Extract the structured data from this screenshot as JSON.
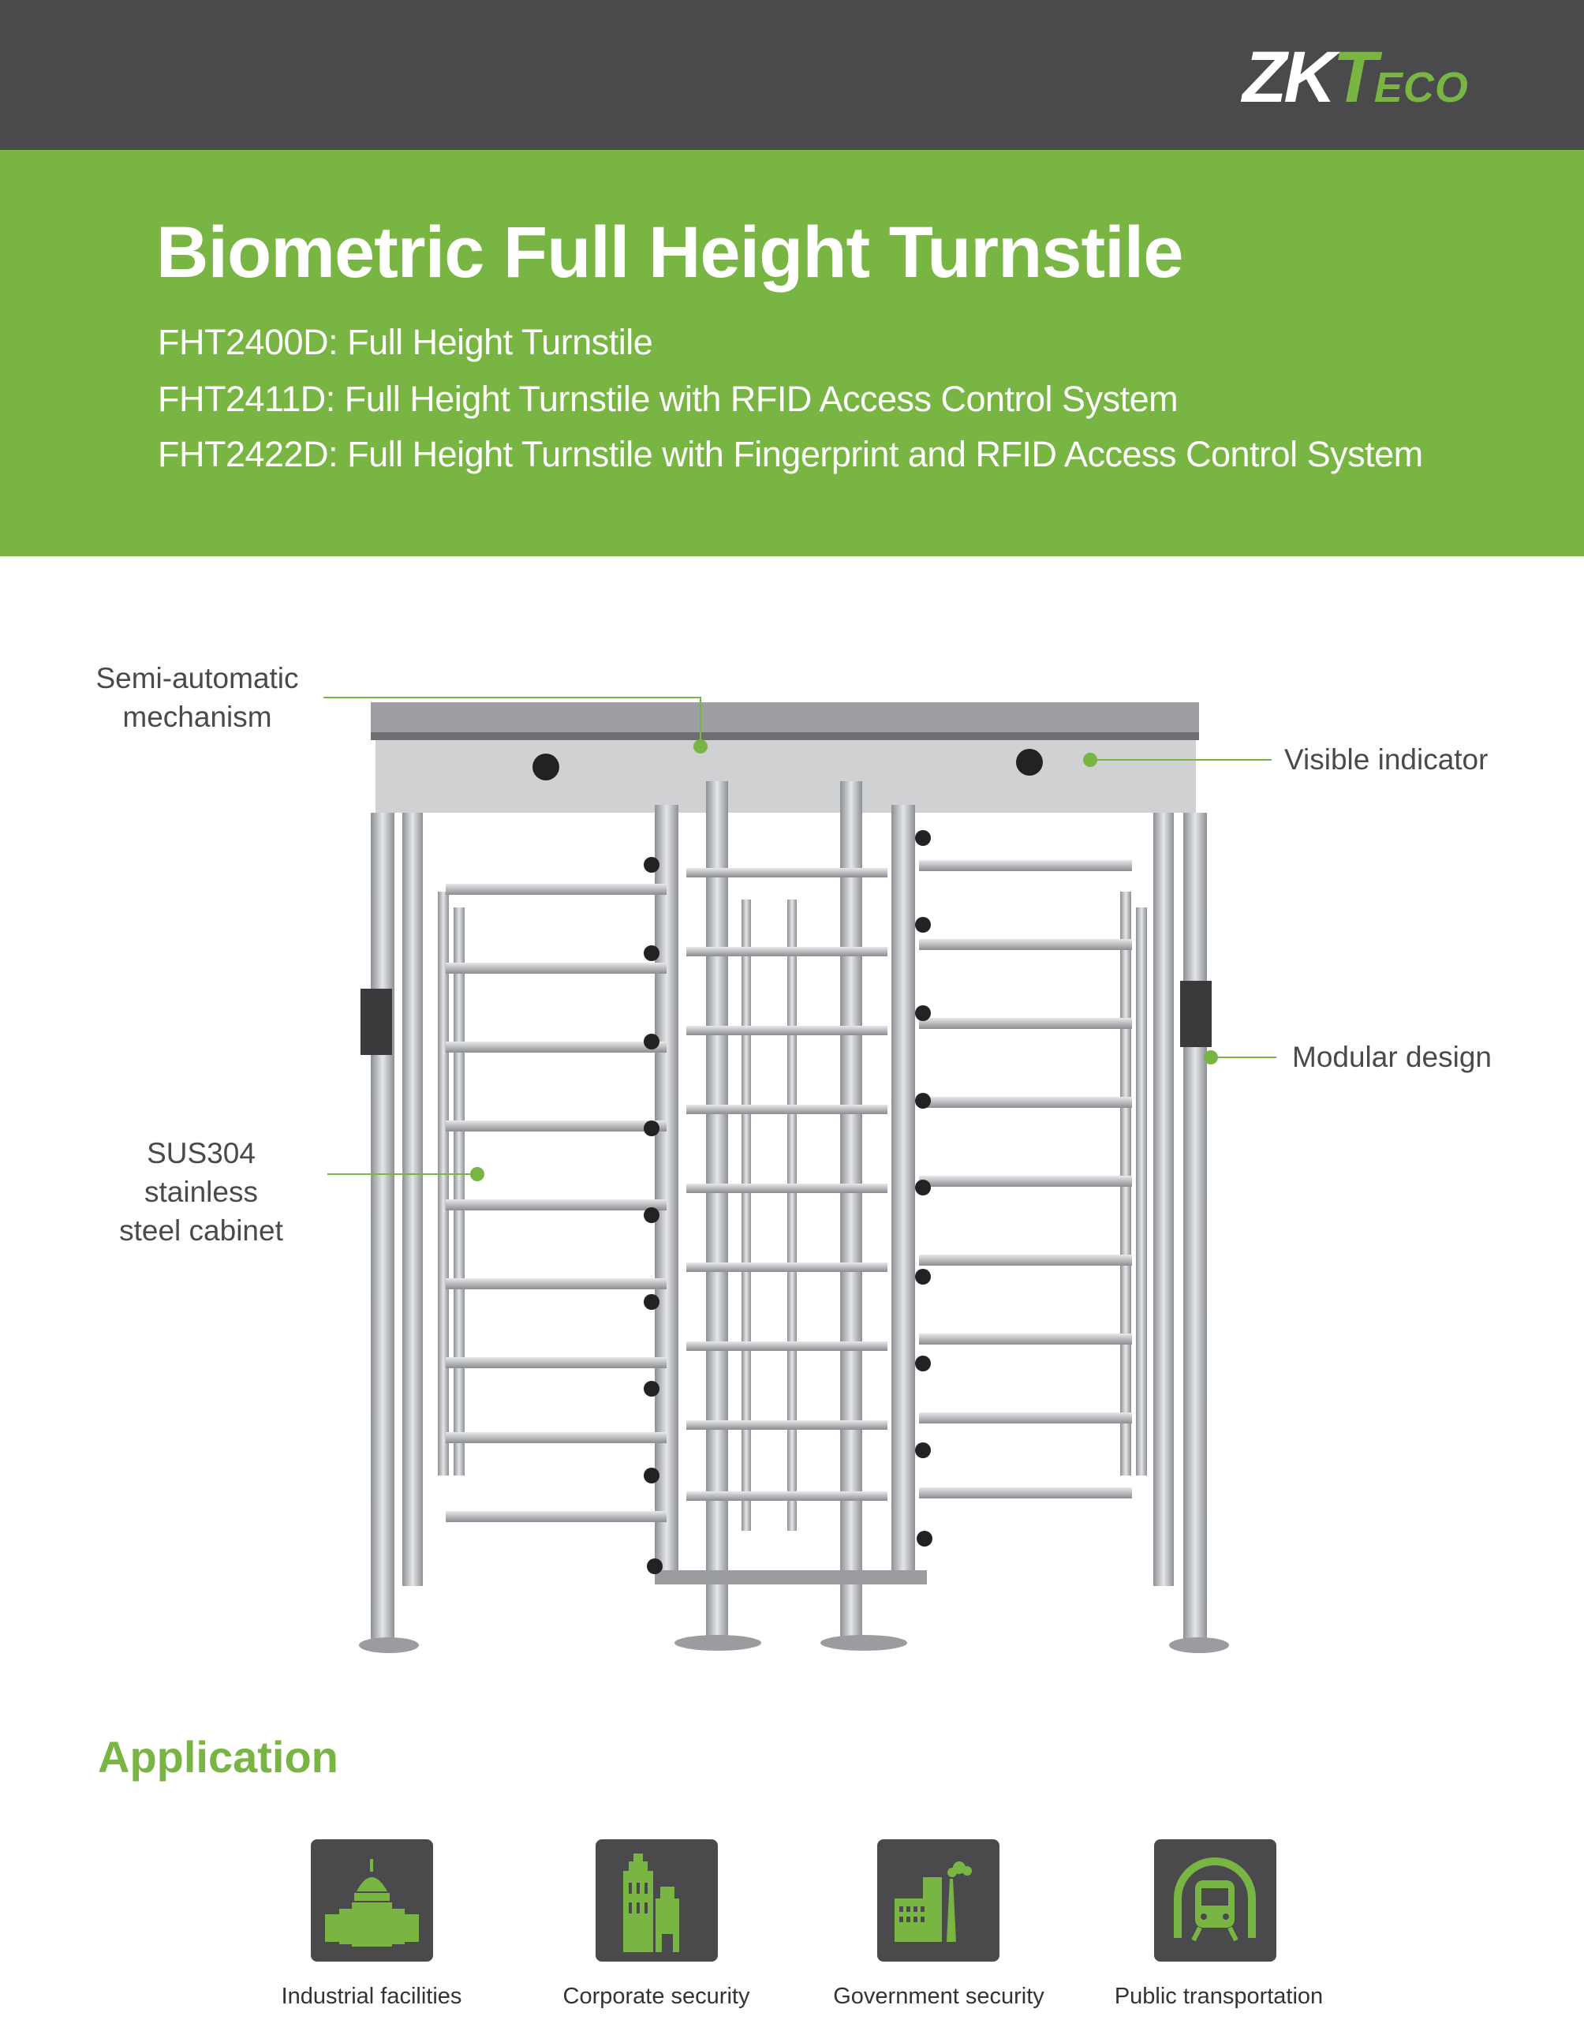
{
  "header": {
    "logo_text": "ZKTeco",
    "logo": {
      "zk": "ZK",
      "t": "T",
      "eco": "eco"
    }
  },
  "hero": {
    "title": "Biometric Full Height Turnstile",
    "models": [
      "FHT2400D: Full Height Turnstile",
      "FHT2411D: Full Height Turnstile with RFID Access Control System",
      "FHT2422D: Full Height Turnstile with Fingerprint and RFID Access Control System"
    ]
  },
  "callouts": {
    "semi_auto": [
      "Semi-automatic",
      "mechanism"
    ],
    "visible_indicator": "Visible indicator",
    "modular": "Modular design",
    "cabinet": [
      "SUS304 stainless",
      "steel cabinet"
    ]
  },
  "application": {
    "heading": "Application",
    "items": [
      {
        "label": "Industrial facilities",
        "icon": "capitol-building-icon"
      },
      {
        "label": "Corporate security",
        "icon": "office-buildings-icon"
      },
      {
        "label": "Government security",
        "icon": "factory-icon"
      },
      {
        "label": "Public transportation",
        "icon": "train-tunnel-icon"
      }
    ]
  },
  "colors": {
    "brand_green": "#78b543",
    "dark": "#4a4a4c"
  }
}
